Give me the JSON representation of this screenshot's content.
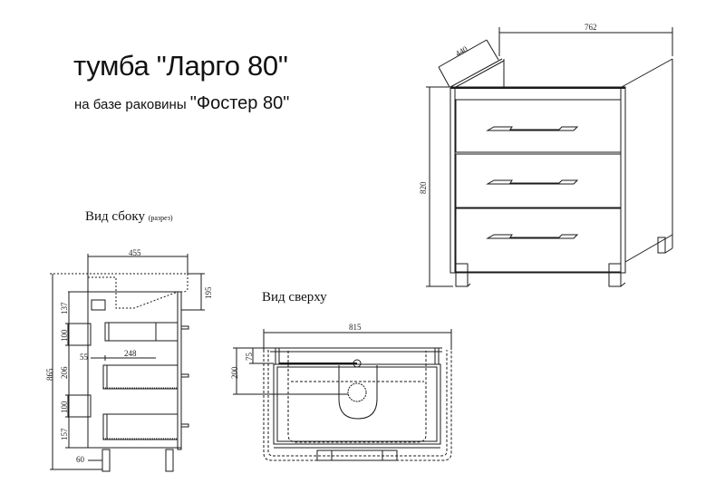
{
  "title": {
    "main": "тумба \"Ларго 80\"",
    "subtitle_prefix": "на базе раковины ",
    "subtitle_name": "\"Фостер 80\""
  },
  "views": {
    "side": {
      "label": "Вид сбоку",
      "note": "(разрез)"
    },
    "top": {
      "label": "Вид сверху"
    },
    "perspective": {
      "label": ""
    }
  },
  "dimensions": {
    "perspective": {
      "width": "762",
      "depth": "440",
      "height": "820"
    },
    "side": {
      "depth": "455",
      "sink_height": "195",
      "total_height": "865",
      "top_section": "137",
      "gap_upper": "100",
      "middle_section": "206",
      "gap_lower": "100",
      "bottom_section": "157",
      "leg_offset": "60",
      "siphon_offset": "55",
      "siphon_width": "248"
    },
    "top": {
      "width": "815",
      "drain_offset": "200",
      "tap_offset": "75"
    }
  },
  "colors": {
    "line": "#1a1a1a",
    "background": "#ffffff"
  }
}
